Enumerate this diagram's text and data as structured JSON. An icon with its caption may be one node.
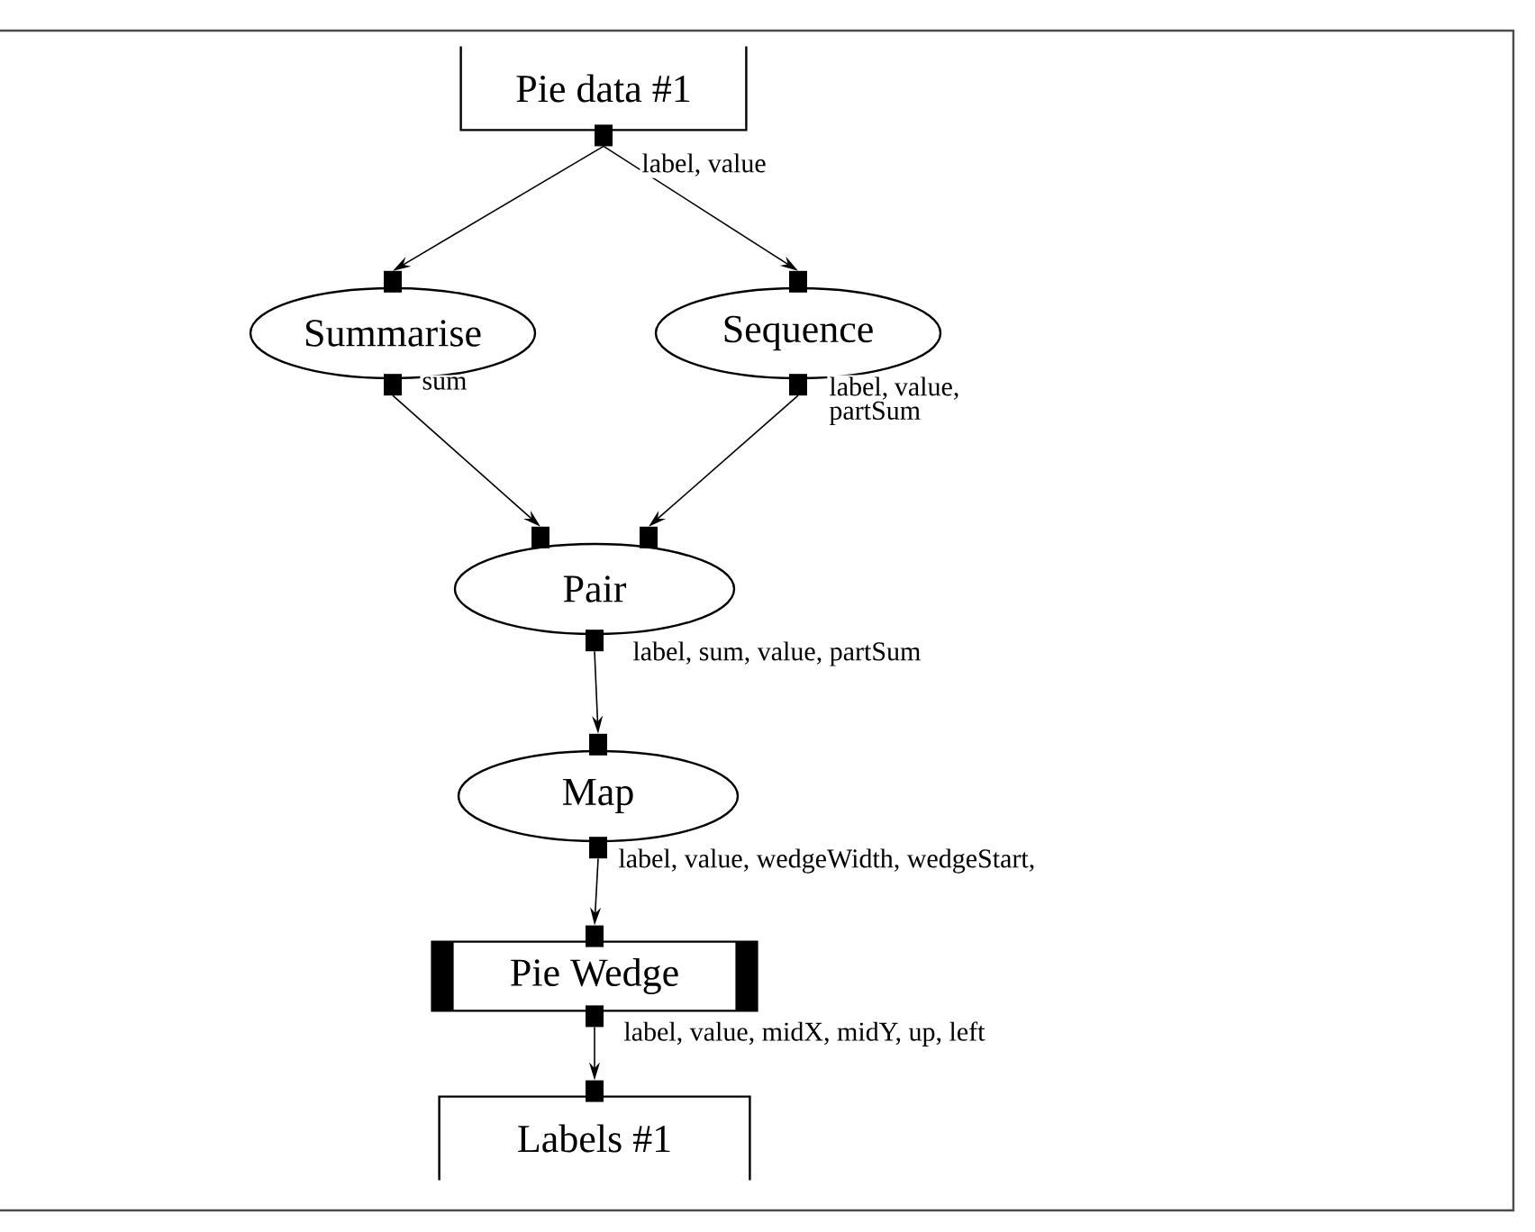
{
  "diagram": {
    "nodes": [
      {
        "text": [
          "Pie data #1"
        ]
      },
      {
        "text": [
          "Summarise"
        ]
      },
      {
        "text": [
          "Sequence"
        ]
      },
      {
        "text": [
          "Pair"
        ]
      },
      {
        "text": [
          "Map"
        ]
      },
      {
        "text": [
          "Pie Wedge"
        ]
      },
      {
        "text": [
          "Labels #1"
        ]
      }
    ],
    "edges": [
      {
        "from": 0,
        "to": 1,
        "arrow": "to"
      },
      {
        "from": 0,
        "to": 2,
        "arrow": "to",
        "label": "label, value"
      },
      {
        "from": 1,
        "to": 3,
        "arrow": "to",
        "label": "sum"
      },
      {
        "from": 2,
        "to": 3,
        "arrow": "to",
        "label": "label, value, partSum"
      },
      {
        "from": 3,
        "to": 4,
        "arrow": "to",
        "label": "label, sum, value, partSum"
      },
      {
        "from": 4,
        "to": 5,
        "arrow": "to",
        "label": "label, value, wedgeWidth, wedgeStart,"
      },
      {
        "from": 5,
        "to": 6,
        "arrow": "to",
        "label": "label, value, midX, midY, up, left"
      }
    ]
  }
}
